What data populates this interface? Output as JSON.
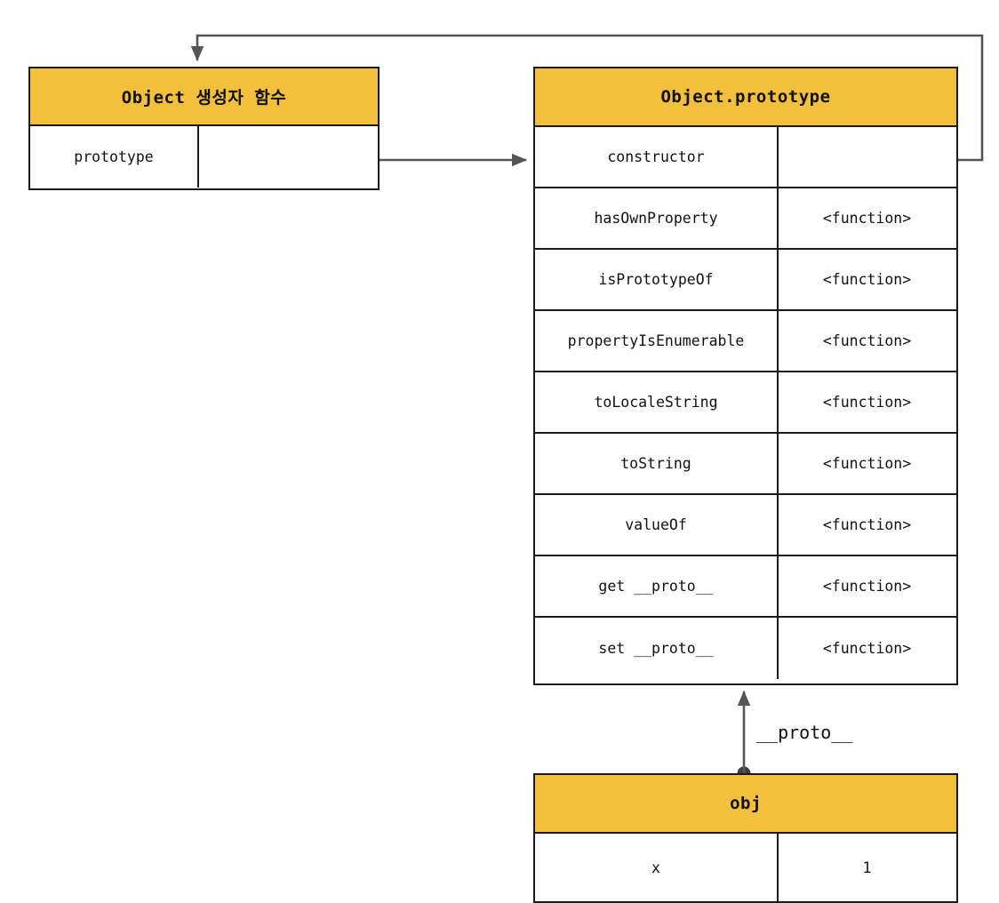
{
  "diagram": {
    "title_hidden": "",
    "colors": {
      "header_fill": "#F2C03C",
      "border": "#1a1a1a",
      "connector": "#555555"
    },
    "boxes": {
      "constructor_fn": {
        "header": "Object 생성자 함수",
        "rows": [
          {
            "key": "prototype",
            "value": ""
          }
        ]
      },
      "object_prototype": {
        "header": "Object.prototype",
        "rows": [
          {
            "key": "constructor",
            "value": ""
          },
          {
            "key": "hasOwnProperty",
            "value": "<function>"
          },
          {
            "key": "isPrototypeOf",
            "value": "<function>"
          },
          {
            "key": "propertyIsEnumerable",
            "value": "<function>"
          },
          {
            "key": "toLocaleString",
            "value": "<function>"
          },
          {
            "key": "toString",
            "value": "<function>"
          },
          {
            "key": "valueOf",
            "value": "<function>"
          },
          {
            "key": "get __proto__",
            "value": "<function>"
          },
          {
            "key": "set __proto__",
            "value": "<function>"
          }
        ]
      },
      "obj": {
        "header": "obj",
        "rows": [
          {
            "key": "x",
            "value": "1"
          }
        ]
      }
    },
    "edges": [
      {
        "name": "prototype-to-object-prototype",
        "label": ""
      },
      {
        "name": "constructor-to-object-constructor-fn",
        "label": ""
      },
      {
        "name": "obj-to-object-prototype",
        "label": "__proto__"
      }
    ],
    "labels": {
      "proto_link": "__proto__"
    }
  }
}
